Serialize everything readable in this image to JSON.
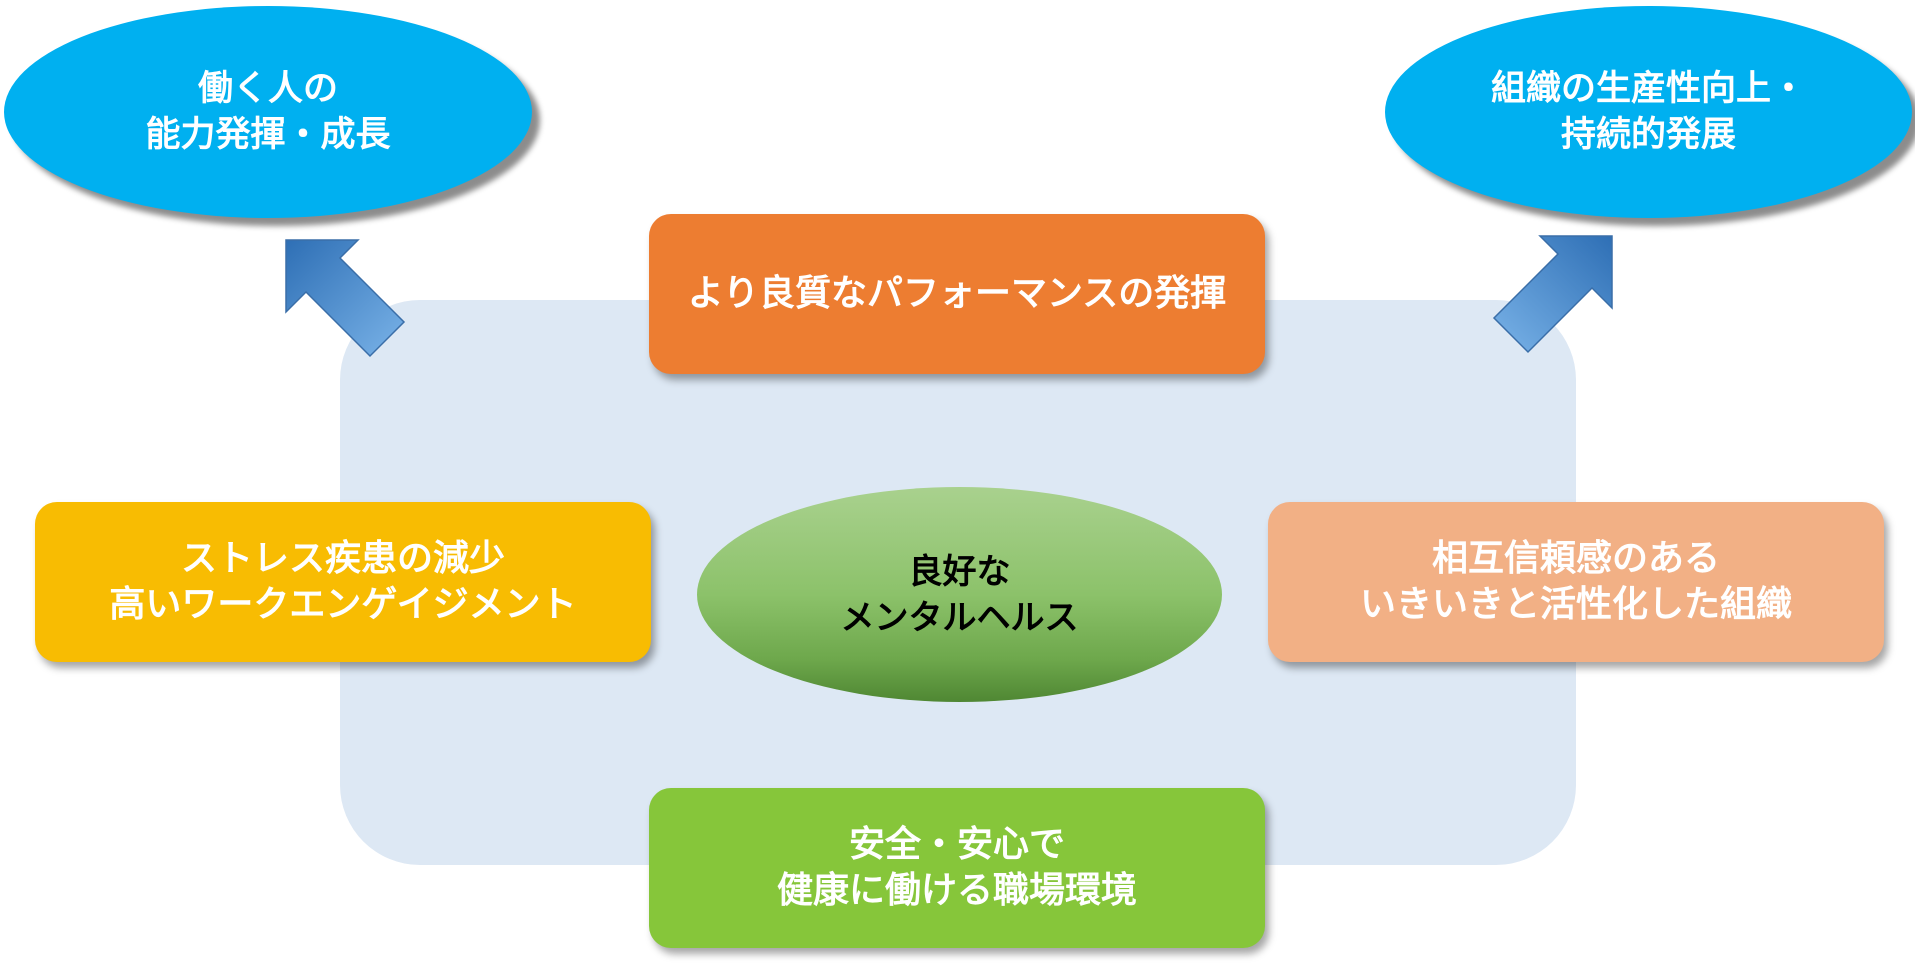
{
  "center": {
    "line1": "良好な",
    "line2": "メンタルヘルス"
  },
  "outcome_left": {
    "line1": "働く人の",
    "line2": "能力発揮・成長"
  },
  "outcome_right": {
    "line1": "組織の生産性向上・",
    "line2": "持続的発展"
  },
  "box_top": {
    "line1": "より良質なパフォーマンスの発揮"
  },
  "box_left": {
    "line1": "ストレス疾患の減少",
    "line2": "高いワークエンゲイジメント"
  },
  "box_right": {
    "line1": "相互信頼感のある",
    "line2": "いきいきと活性化した組織"
  },
  "box_bottom": {
    "line1": "安全・安心で",
    "line2": "健康に働ける職場環境"
  },
  "colors": {
    "outcome_blue": "#00b0f0",
    "panel": "#dde8f4",
    "top_box": "#ed7d31",
    "left_box": "#f8bc02",
    "right_box": "#f2b085",
    "bottom_box": "#86c63a",
    "center_green": "#8cc26a",
    "arrow_blue": "#4a8fd4"
  }
}
